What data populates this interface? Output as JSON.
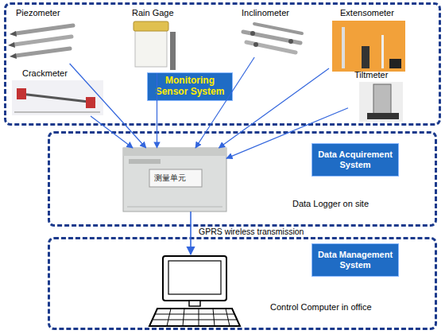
{
  "diagram": {
    "nodes": [
      {
        "text": [
          "Monitoring Sensor System"
        ]
      },
      {
        "text": [
          "Piezometer"
        ],
        "in": 0
      },
      {
        "text": [
          "Rain Gage"
        ],
        "in": 0
      },
      {
        "text": [
          "Inclinometer"
        ],
        "in": 0
      },
      {
        "text": [
          "Extensometer"
        ],
        "in": 0
      },
      {
        "text": [
          "Crackmeter"
        ],
        "in": 0
      },
      {
        "text": [
          "Tiltmeter"
        ],
        "in": 0
      },
      {
        "text": [
          "Data Acquirement System"
        ]
      },
      {
        "text": [
          "Data Logger on site"
        ],
        "in": 7
      },
      {
        "text": [
          "Data Management System"
        ]
      },
      {
        "text": [
          "Control Computer in office"
        ],
        "in": 9
      }
    ],
    "edges": [
      {
        "from": 1,
        "to": 8,
        "arrow": "to"
      },
      {
        "from": 2,
        "to": 8,
        "arrow": "to"
      },
      {
        "from": 3,
        "to": 8,
        "arrow": "to"
      },
      {
        "from": 4,
        "to": 8,
        "arrow": "to"
      },
      {
        "from": 5,
        "to": 8,
        "arrow": "to"
      },
      {
        "from": 6,
        "to": 8,
        "arrow": "to"
      },
      {
        "from": 8,
        "to": 10,
        "label": "GPRS wireless transmission",
        "arrow": "to"
      }
    ],
    "labels": [
      "测量单元"
    ]
  }
}
